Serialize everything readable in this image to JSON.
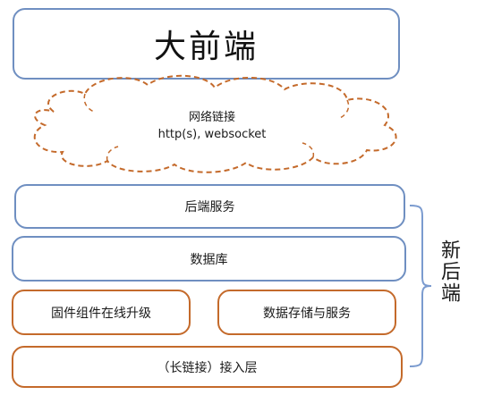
{
  "frontend": {
    "label": "大前端"
  },
  "network": {
    "title": "网络链接",
    "subtitle": "http(s), websocket"
  },
  "backend": {
    "group_label": "新后端",
    "service_label": "后端服务",
    "database_label": "数据库",
    "firmware_label": "固件组件在线升级",
    "storage_label": "数据存储与服务",
    "access_label": "（长链接）接入层"
  },
  "colors": {
    "blue_border": "#6f8fc1",
    "orange_border": "#c46a2b",
    "cloud_dash": "#c46a2b"
  }
}
